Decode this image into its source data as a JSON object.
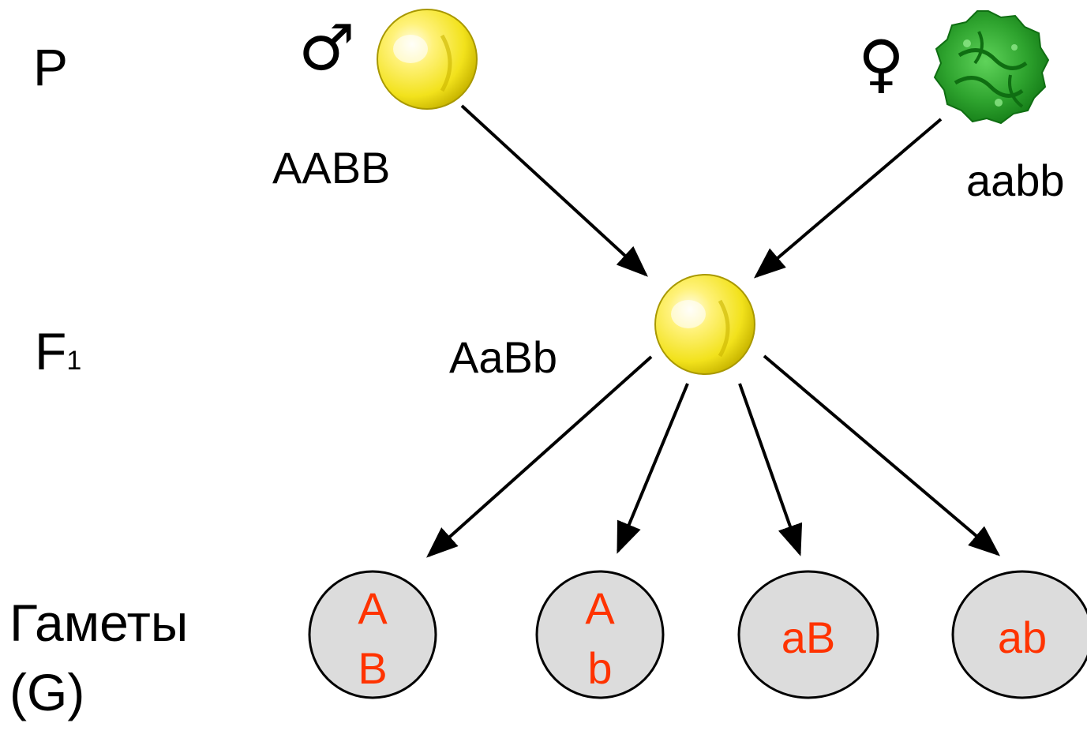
{
  "labels": {
    "parents": "P",
    "f1_letter": "F",
    "f1_subscript": "1",
    "gametes_line1": "Гаметы",
    "gametes_line2": "(G)"
  },
  "parents": {
    "male": {
      "symbol": "♂",
      "genotype": "AABB"
    },
    "female": {
      "symbol": "♀",
      "genotype": "aabb"
    }
  },
  "f1": {
    "genotype": "AaBb"
  },
  "gametes": [
    {
      "line1": "A",
      "line2": "B"
    },
    {
      "line1": "A",
      "line2": "b"
    },
    {
      "line1": "aB",
      "line2": ""
    },
    {
      "line1": "ab",
      "line2": ""
    }
  ],
  "colors": {
    "yellow_seed": "#f2e21c",
    "yellow_highlight": "#fffbe0",
    "green_seed": "#2ea32e",
    "green_dark": "#0f6e12",
    "gamete_fill": "#dcdcdc",
    "gamete_text": "#ff3300",
    "arrow": "#000000"
  }
}
